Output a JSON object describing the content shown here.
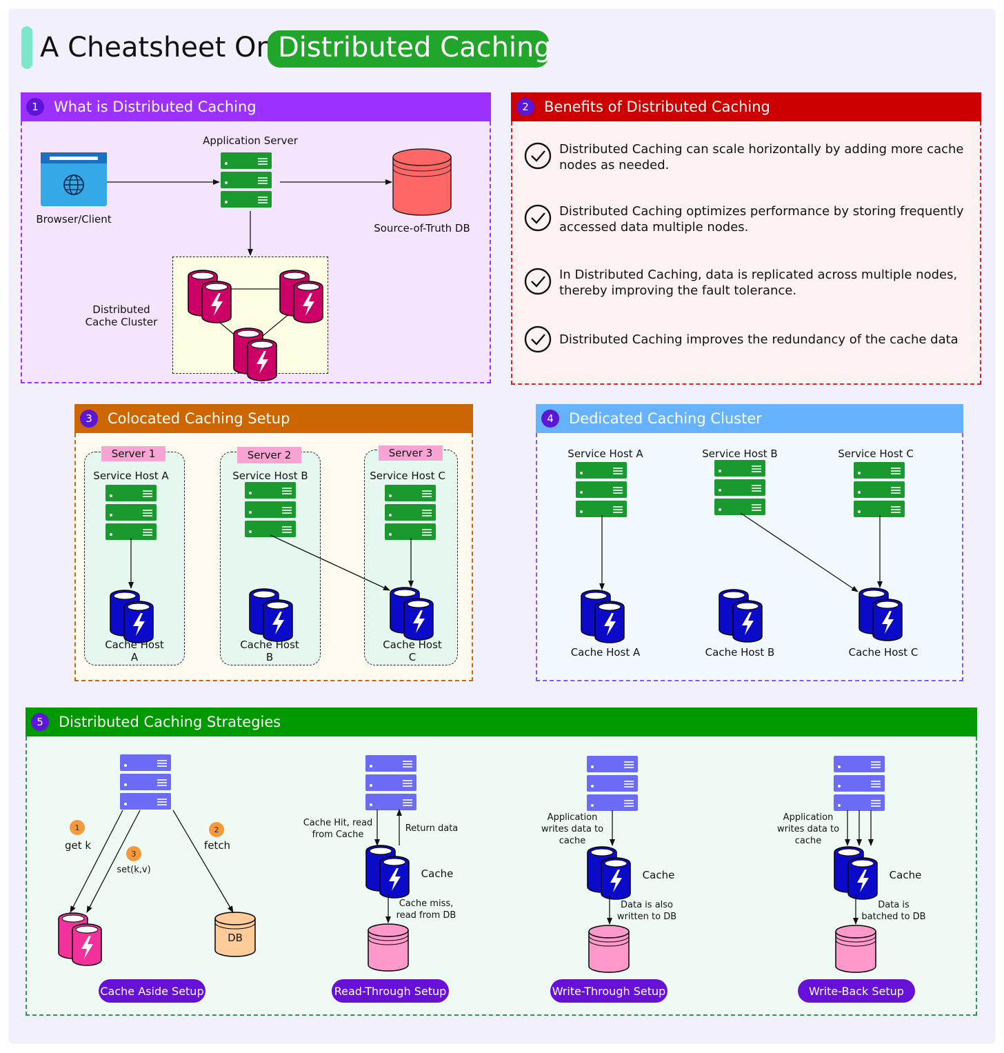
{
  "title": {
    "prefix": "A Cheatsheet On",
    "highlight": "Distributed Caching"
  },
  "colors": {
    "purple_header": "#9b30ff",
    "red_header": "#cc0000",
    "orange_header": "#cc6600",
    "blue_header": "#66b2ff",
    "green_header": "#009900",
    "server_green": "#1a9a2e",
    "cache_blue": "#0a0ac8",
    "cache_magenta": "#cc0066",
    "db_red": "#ff6666",
    "pill_purple": "#6610d8"
  },
  "section1": {
    "number": "1",
    "title": "What is Distributed Caching",
    "app_server_label": "Application Server",
    "browser_label": "Browser/Client",
    "db_label": "Source-of-Truth DB",
    "cluster_label_line1": "Distributed",
    "cluster_label_line2": "Cache Cluster"
  },
  "section2": {
    "number": "2",
    "title": "Benefits of Distributed Caching",
    "items": [
      "Distributed Caching can scale horizontally by adding more cache nodes as needed.",
      "Distributed Caching optimizes performance by storing frequently accessed data multiple nodes.",
      "In Distributed Caching, data is replicated across multiple nodes, thereby improving the fault tolerance.",
      "Distributed Caching improves the redundancy of the cache data"
    ]
  },
  "section3": {
    "number": "3",
    "title": "Colocated Caching Setup",
    "servers": [
      {
        "tag": "Server 1",
        "host": "Service Host A",
        "cache_line1": "Cache Host",
        "cache_line2": "A"
      },
      {
        "tag": "Server 2",
        "host": "Service Host B",
        "cache_line1": "Cache Host",
        "cache_line2": "B"
      },
      {
        "tag": "Server 3",
        "host": "Service Host C",
        "cache_line1": "Cache Host",
        "cache_line2": "C"
      }
    ]
  },
  "section4": {
    "number": "4",
    "title": "Dedicated Caching Cluster",
    "hosts": [
      "Service Host A",
      "Service Host B",
      "Service Host C"
    ],
    "caches": [
      "Cache Host A",
      "Cache Host B",
      "Cache Host C"
    ]
  },
  "section5": {
    "number": "5",
    "title": "Distributed Caching Strategies",
    "cache_aside": {
      "step1_num": "1",
      "step1": "get k",
      "step2_num": "2",
      "step2": "fetch",
      "step3_num": "3",
      "step3": "set(k,v)",
      "db": "DB",
      "pill": "Cache Aside Setup"
    },
    "read_through": {
      "hit_line1": "Cache Hit, read",
      "hit_line2": "from Cache",
      "return": "Return data",
      "cache": "Cache",
      "miss_line1": "Cache miss,",
      "miss_line2": "read from DB",
      "pill": "Read-Through Setup"
    },
    "write_through": {
      "app_line1": "Application",
      "app_line2": "writes data to",
      "app_line3": "cache",
      "cache": "Cache",
      "db_line1": "Data is also",
      "db_line2": "written to DB",
      "pill": "Write-Through Setup"
    },
    "write_back": {
      "app_line1": "Application",
      "app_line2": "writes data to",
      "app_line3": "cache",
      "cache": "Cache",
      "db_line1": "Data is",
      "db_line2": "batched to DB",
      "pill": "Write-Back Setup"
    }
  }
}
